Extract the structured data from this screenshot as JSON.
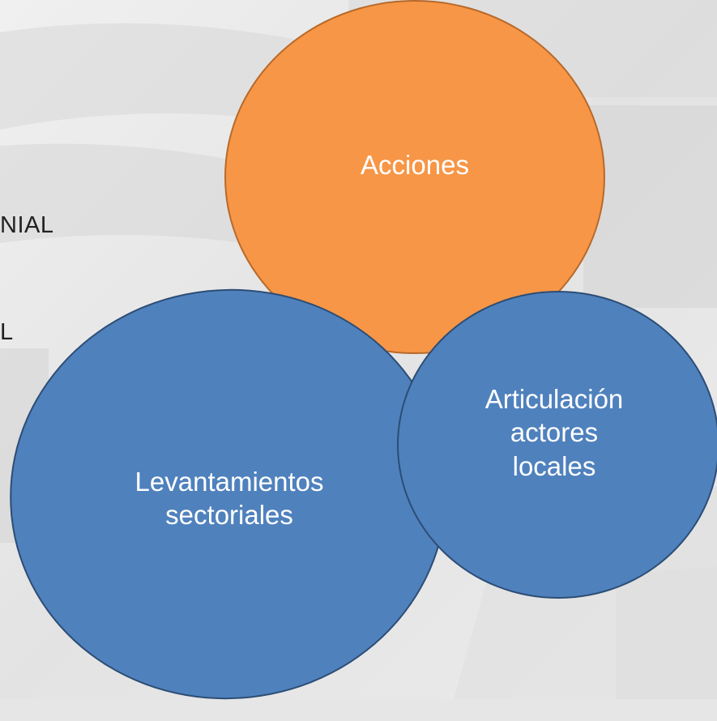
{
  "left_fragments": [
    "NIAL",
    "L"
  ],
  "circles": {
    "acciones": {
      "label": "Acciones",
      "color": "#f79646"
    },
    "levantamientos": {
      "line1": "Levantamientos",
      "line2": "sectoriales",
      "color": "#4f81bd"
    },
    "articulacion": {
      "line1": "Articulación",
      "line2": "actores",
      "line3": "locales",
      "color": "#4f81bd"
    }
  }
}
